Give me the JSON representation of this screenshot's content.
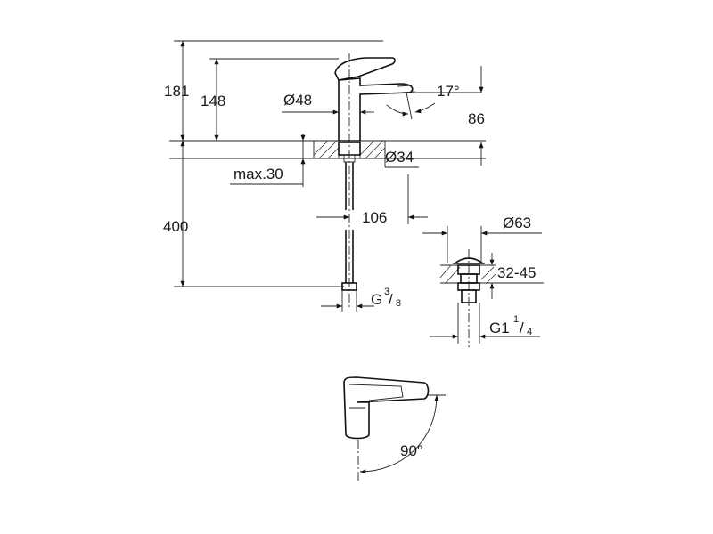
{
  "dimensions": {
    "total_height": "181",
    "spout_height": "148",
    "body_diameter": "Ø48",
    "spout_angle": "17°",
    "spout_reach": "86",
    "mounting_diameter": "Ø34",
    "deck_thickness": "max.30",
    "offset": "106",
    "hose_length": "400",
    "connection_thread_prefix": "G",
    "connection_thread_num": "3",
    "connection_thread_den": "8",
    "waste_diameter": "Ø63",
    "waste_range": "32-45",
    "waste_thread_prefix": "G1",
    "waste_thread_num": "1",
    "waste_thread_den": "4",
    "lever_rotation": "90°"
  }
}
